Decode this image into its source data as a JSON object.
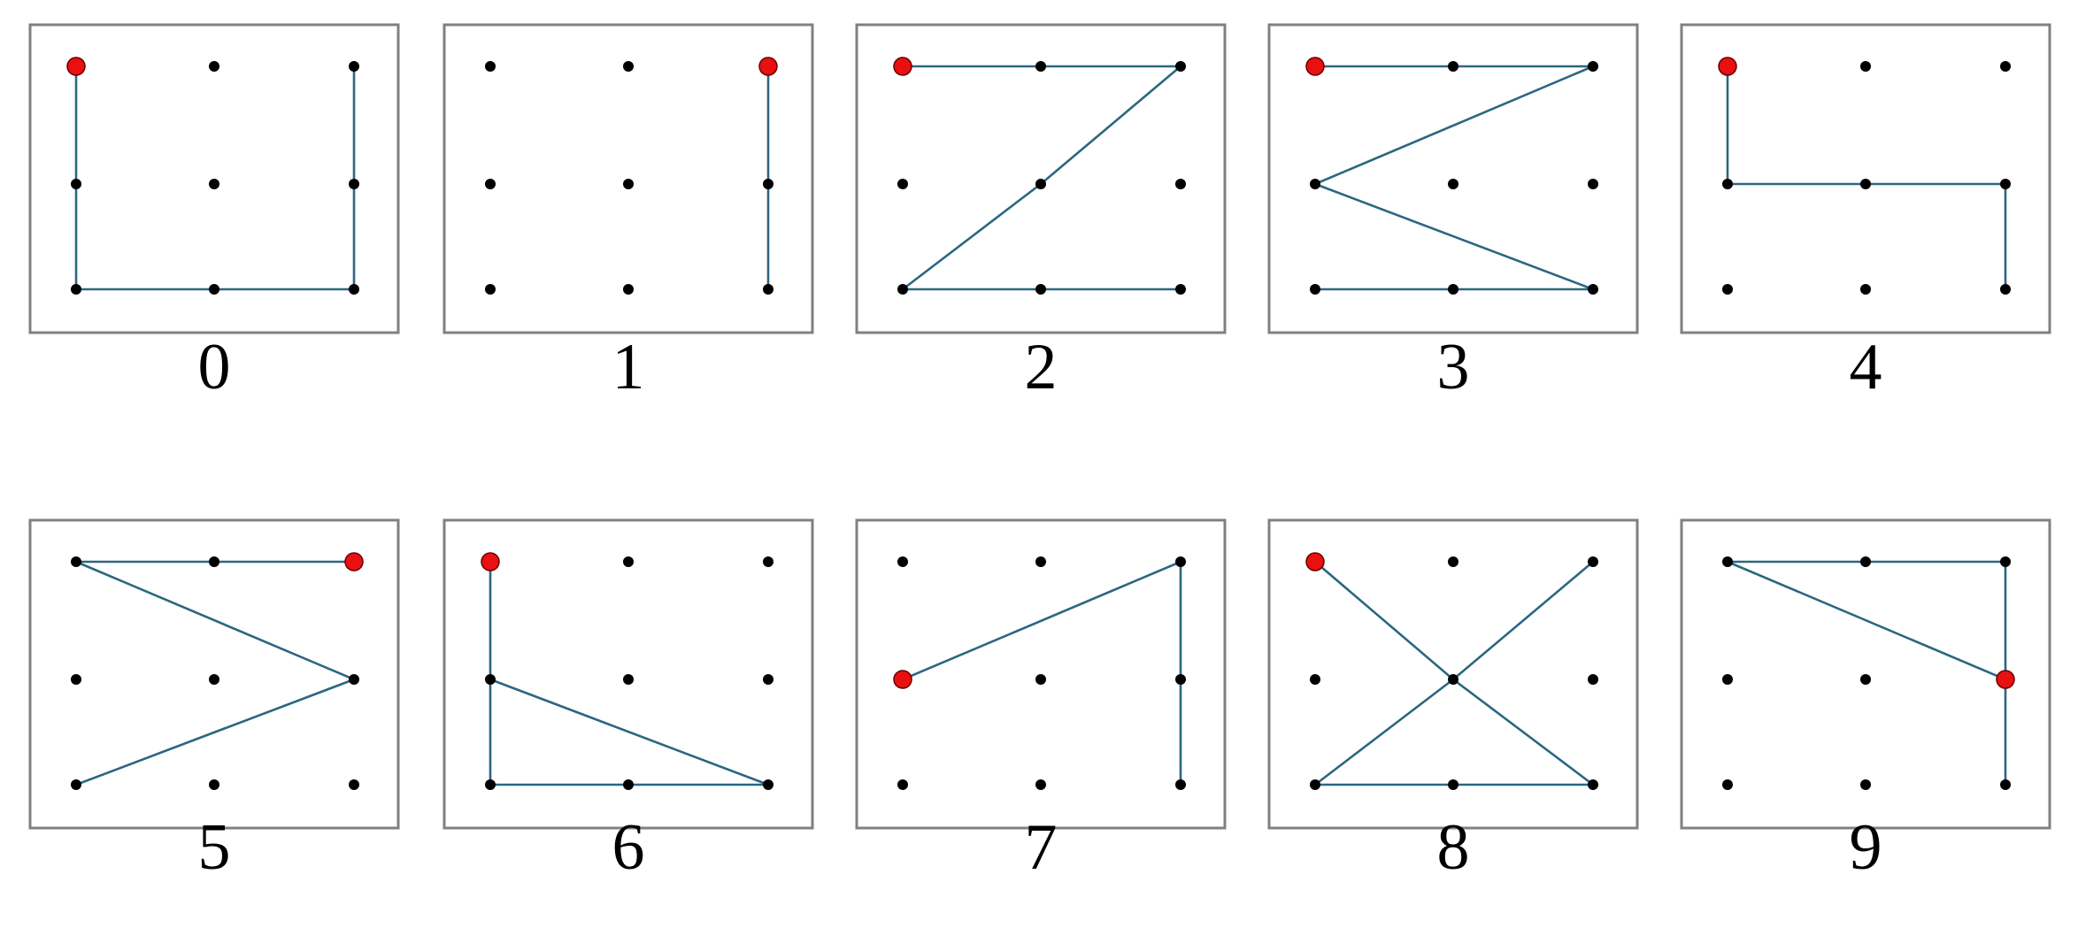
{
  "colors": {
    "frame": "#808080",
    "line": "#2b6780",
    "dot": "#000000",
    "start_dot": "#e81010",
    "start_dot_outline": "#6a0000",
    "caption": "#000000"
  },
  "grid": {
    "columns": 3,
    "rows": 3,
    "note_cells": "Each panel is a 3x3 dot grid; points are [col,row] with col 0-2 left-to-right, row 0-2 top-to-bottom"
  },
  "panels": [
    {
      "label": "0",
      "path": [
        [
          0,
          0
        ],
        [
          0,
          1
        ],
        [
          0,
          2
        ],
        [
          1,
          2
        ],
        [
          2,
          2
        ],
        [
          2,
          1
        ],
        [
          2,
          0
        ]
      ],
      "start": [
        0,
        0
      ]
    },
    {
      "label": "1",
      "path": [
        [
          2,
          0
        ],
        [
          2,
          1
        ],
        [
          2,
          2
        ]
      ],
      "start": [
        2,
        0
      ]
    },
    {
      "label": "2",
      "path": [
        [
          0,
          0
        ],
        [
          1,
          0
        ],
        [
          2,
          0
        ],
        [
          1,
          1
        ],
        [
          0,
          2
        ],
        [
          1,
          2
        ],
        [
          2,
          2
        ]
      ],
      "start": [
        0,
        0
      ]
    },
    {
      "label": "3",
      "path": [
        [
          0,
          0
        ],
        [
          1,
          0
        ],
        [
          2,
          0
        ],
        [
          0,
          1
        ],
        [
          2,
          2
        ],
        [
          1,
          2
        ],
        [
          0,
          2
        ]
      ],
      "start": [
        0,
        0
      ]
    },
    {
      "label": "4",
      "path": [
        [
          0,
          0
        ],
        [
          0,
          1
        ],
        [
          1,
          1
        ],
        [
          2,
          1
        ],
        [
          2,
          2
        ]
      ],
      "start": [
        0,
        0
      ]
    },
    {
      "label": "5",
      "path": [
        [
          2,
          0
        ],
        [
          1,
          0
        ],
        [
          0,
          0
        ],
        [
          2,
          1
        ],
        [
          0,
          2
        ]
      ],
      "start": [
        2,
        0
      ]
    },
    {
      "label": "6",
      "path": [
        [
          0,
          0
        ],
        [
          0,
          1
        ],
        [
          0,
          2
        ],
        [
          1,
          2
        ],
        [
          2,
          2
        ],
        [
          0,
          1
        ]
      ],
      "start": [
        0,
        0
      ]
    },
    {
      "label": "7",
      "path": [
        [
          0,
          1
        ],
        [
          2,
          0
        ],
        [
          2,
          1
        ],
        [
          2,
          2
        ]
      ],
      "start": [
        0,
        1
      ]
    },
    {
      "label": "8",
      "path": [
        [
          0,
          0
        ],
        [
          1,
          1
        ],
        [
          2,
          2
        ],
        [
          1,
          2
        ],
        [
          0,
          2
        ],
        [
          1,
          1
        ],
        [
          2,
          0
        ]
      ],
      "start": [
        0,
        0
      ]
    },
    {
      "label": "9",
      "path": [
        [
          2,
          1
        ],
        [
          0,
          0
        ],
        [
          1,
          0
        ],
        [
          2,
          0
        ],
        [
          2,
          1
        ],
        [
          2,
          2
        ]
      ],
      "start": [
        2,
        1
      ]
    }
  ]
}
